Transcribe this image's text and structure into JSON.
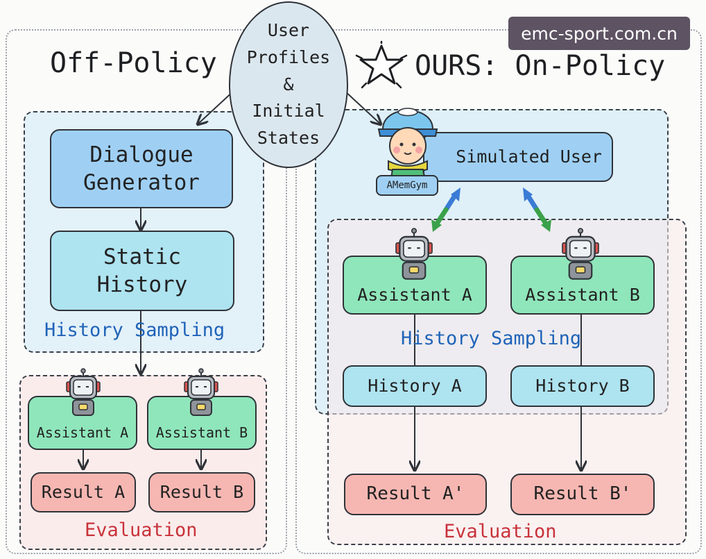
{
  "watermark": "emc-sport.com.cn",
  "ellipse": {
    "line1": "User",
    "line2": "Profiles",
    "line3": "&",
    "line4": "Initial",
    "line5": "States"
  },
  "left": {
    "title": "Off-Policy",
    "generator": {
      "line1": "Dialogue",
      "line2": "Generator"
    },
    "history": {
      "line1": "Static",
      "line2": "History"
    },
    "sampling_label": "History Sampling",
    "assistant_a": "Assistant A",
    "assistant_b": "Assistant B",
    "result_a": "Result A",
    "result_b": "Result B",
    "evaluation_label": "Evaluation"
  },
  "right": {
    "title": "OURS: On-Policy",
    "simulated_user": "Simulated User",
    "badge": "AMemGym",
    "assistant_a": "Assistant A",
    "assistant_b": "Assistant B",
    "sampling_label": "History Sampling",
    "history_a": "History A",
    "history_b": "History B",
    "result_a": "Result A'",
    "result_b": "Result B'",
    "evaluation_label": "Evaluation"
  },
  "colors": {
    "blue_label": "#1f63b8",
    "red_label": "#c8323a",
    "generator": "#9fd0f4",
    "history": "#aee3f0",
    "assistant": "#8fe6bb",
    "result": "#f6b7b2"
  }
}
